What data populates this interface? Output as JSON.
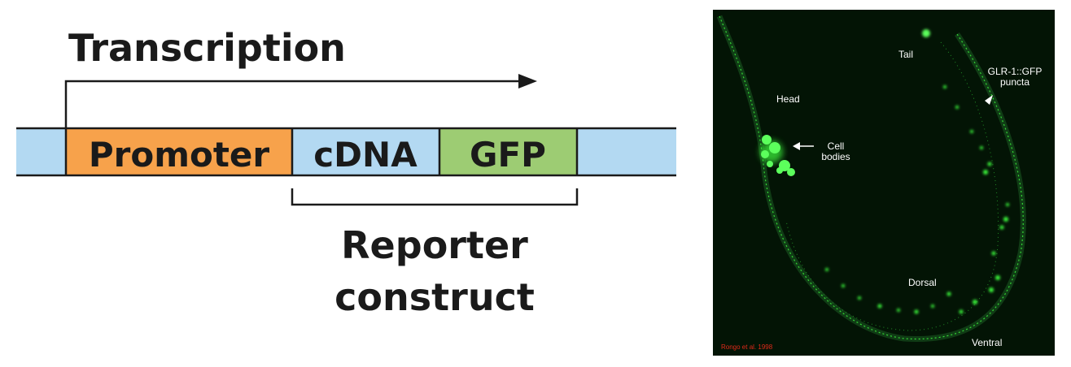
{
  "diagram": {
    "transcription_label": "Transcription",
    "segments": {
      "promoter": "Promoter",
      "cdna": "cDNA",
      "gfp": "GFP"
    },
    "reporter_line1": "Reporter",
    "reporter_line2": "construct",
    "colors": {
      "dna_backbone": "#b3d9f2",
      "promoter": "#f7a24b",
      "cdna": "#b3d9f2",
      "gfp": "#9dcc73",
      "outline": "#1a1a1a"
    }
  },
  "micrograph": {
    "labels": {
      "head": "Head",
      "tail": "Tail",
      "cell_bodies": "Cell bodies",
      "glr_puncta": "GLR-1::GFP puncta",
      "dorsal": "Dorsal",
      "ventral": "Ventral"
    },
    "credit": "Rongo et al. 1998",
    "colors": {
      "background": "#031405",
      "fluorescence": "#3dff3d",
      "credit_text": "#e02a1a"
    }
  }
}
